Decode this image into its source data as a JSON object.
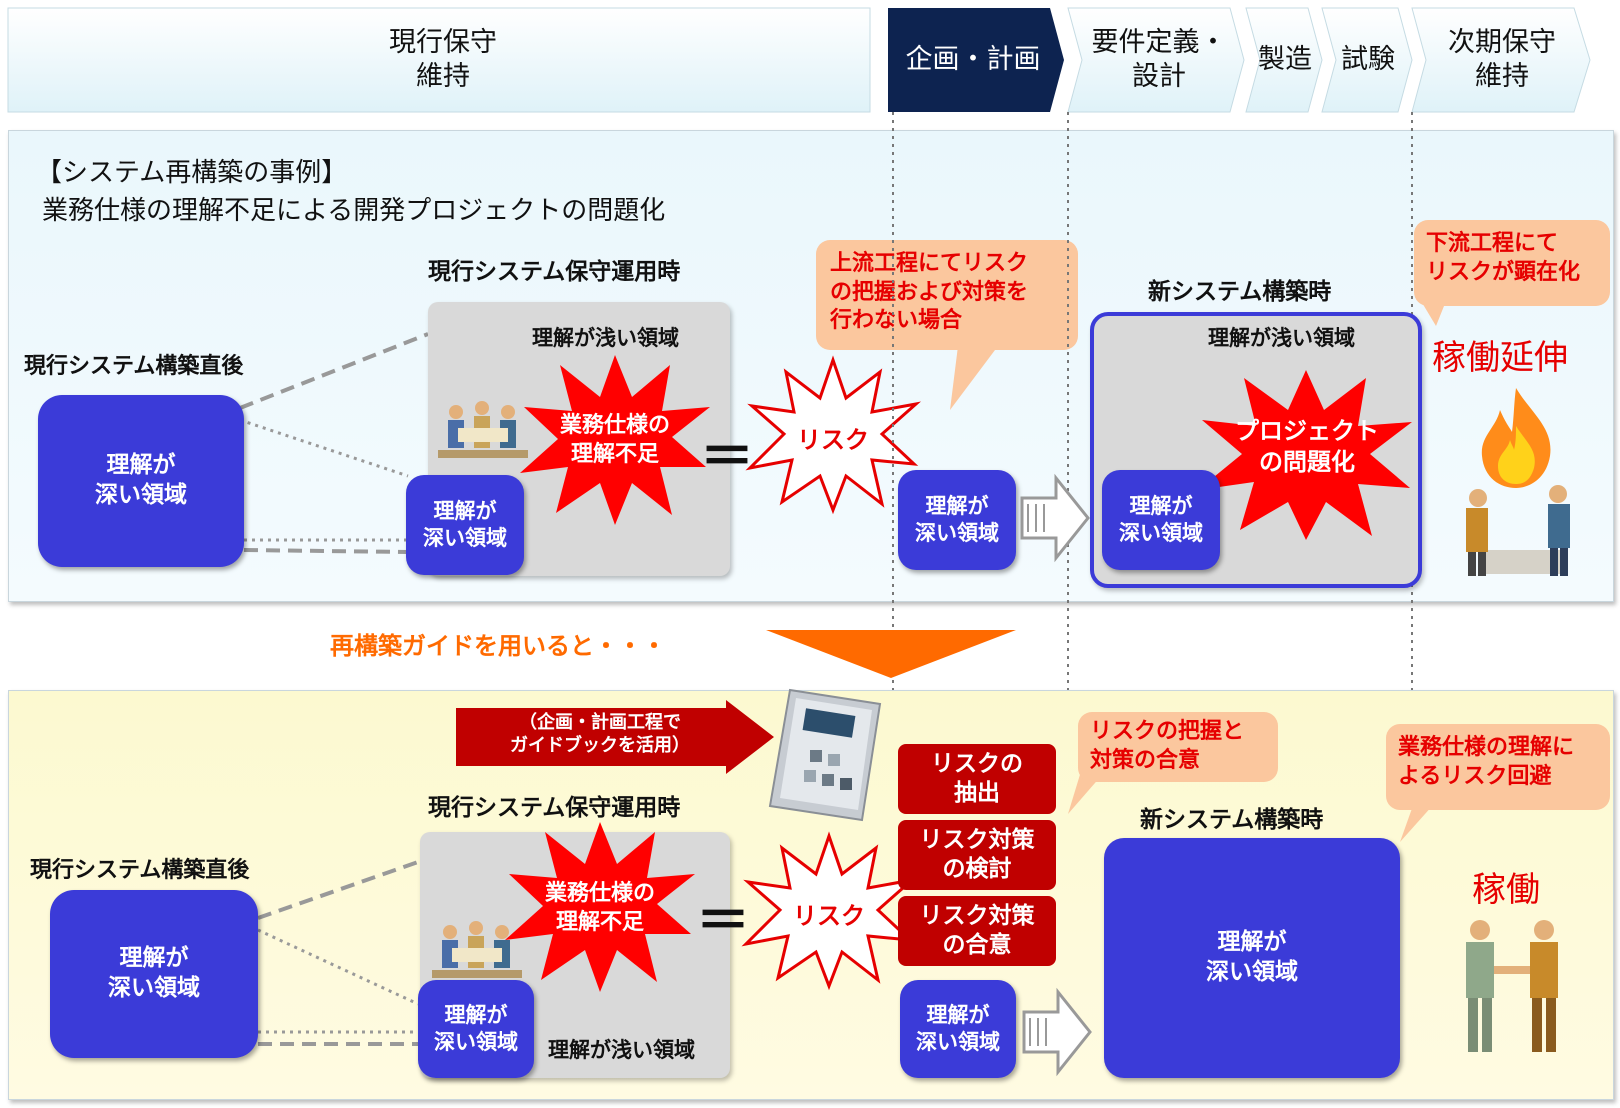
{
  "phases": [
    {
      "label": "現行保守\n維持"
    },
    {
      "label": "企画・計画"
    },
    {
      "label": "要件定義・\n設計"
    },
    {
      "label": "製造"
    },
    {
      "label": "試験"
    },
    {
      "label": "次期保守\n維持"
    }
  ],
  "top": {
    "title_line1": "【システム再構築の事例】",
    "title_line2": "業務仕様の理解不足による開発プロジェクトの問題化",
    "after_build_label": "現行システム構築直後",
    "deep_area": "理解が\n深い領域",
    "operation_label": "現行システム保守運用時",
    "shallow_area": "理解が浅い領域",
    "burst_label": "業務仕様の\n理解不足",
    "equals": "＝",
    "risk": "リスク",
    "callout_upstream": "上流工程にてリスク\nの把握および対策を\n行わない場合",
    "new_system_label": "新システム構築時",
    "project_issue": "プロジェクト\nの問題化",
    "callout_downstream": "下流工程にて\nリスクが顕在化",
    "outcome": "稼働延伸"
  },
  "middle": {
    "guide_text": "再構築ガイドを用いると・・・"
  },
  "bottom": {
    "guide_arrow_label": "（企画・計画工程で\nガイドブックを活用）",
    "after_build_label": "現行システム構築直後",
    "deep_area": "理解が\n深い領域",
    "operation_label": "現行システム保守運用時",
    "shallow_area": "理解が浅い領域",
    "burst_label": "業務仕様の\n理解不足",
    "equals": "＝",
    "risk": "リスク",
    "step1": "リスクの\n抽出",
    "step2": "リスク対策\nの検討",
    "step3": "リスク対策\nの合意",
    "callout_risk": "リスクの把握と\n対策の合意",
    "new_system_label": "新システム構築時",
    "callout_avoid": "業務仕様の理解に\nよるリスク回避",
    "outcome": "稼働"
  },
  "colors": {
    "active_phase": "#0d2350",
    "deep_blue": "#3b3bd8",
    "red": "#e60000",
    "orange": "#ff6a00",
    "top_panel": "#e9f6fb",
    "bottom_panel": "#fdfad2"
  }
}
